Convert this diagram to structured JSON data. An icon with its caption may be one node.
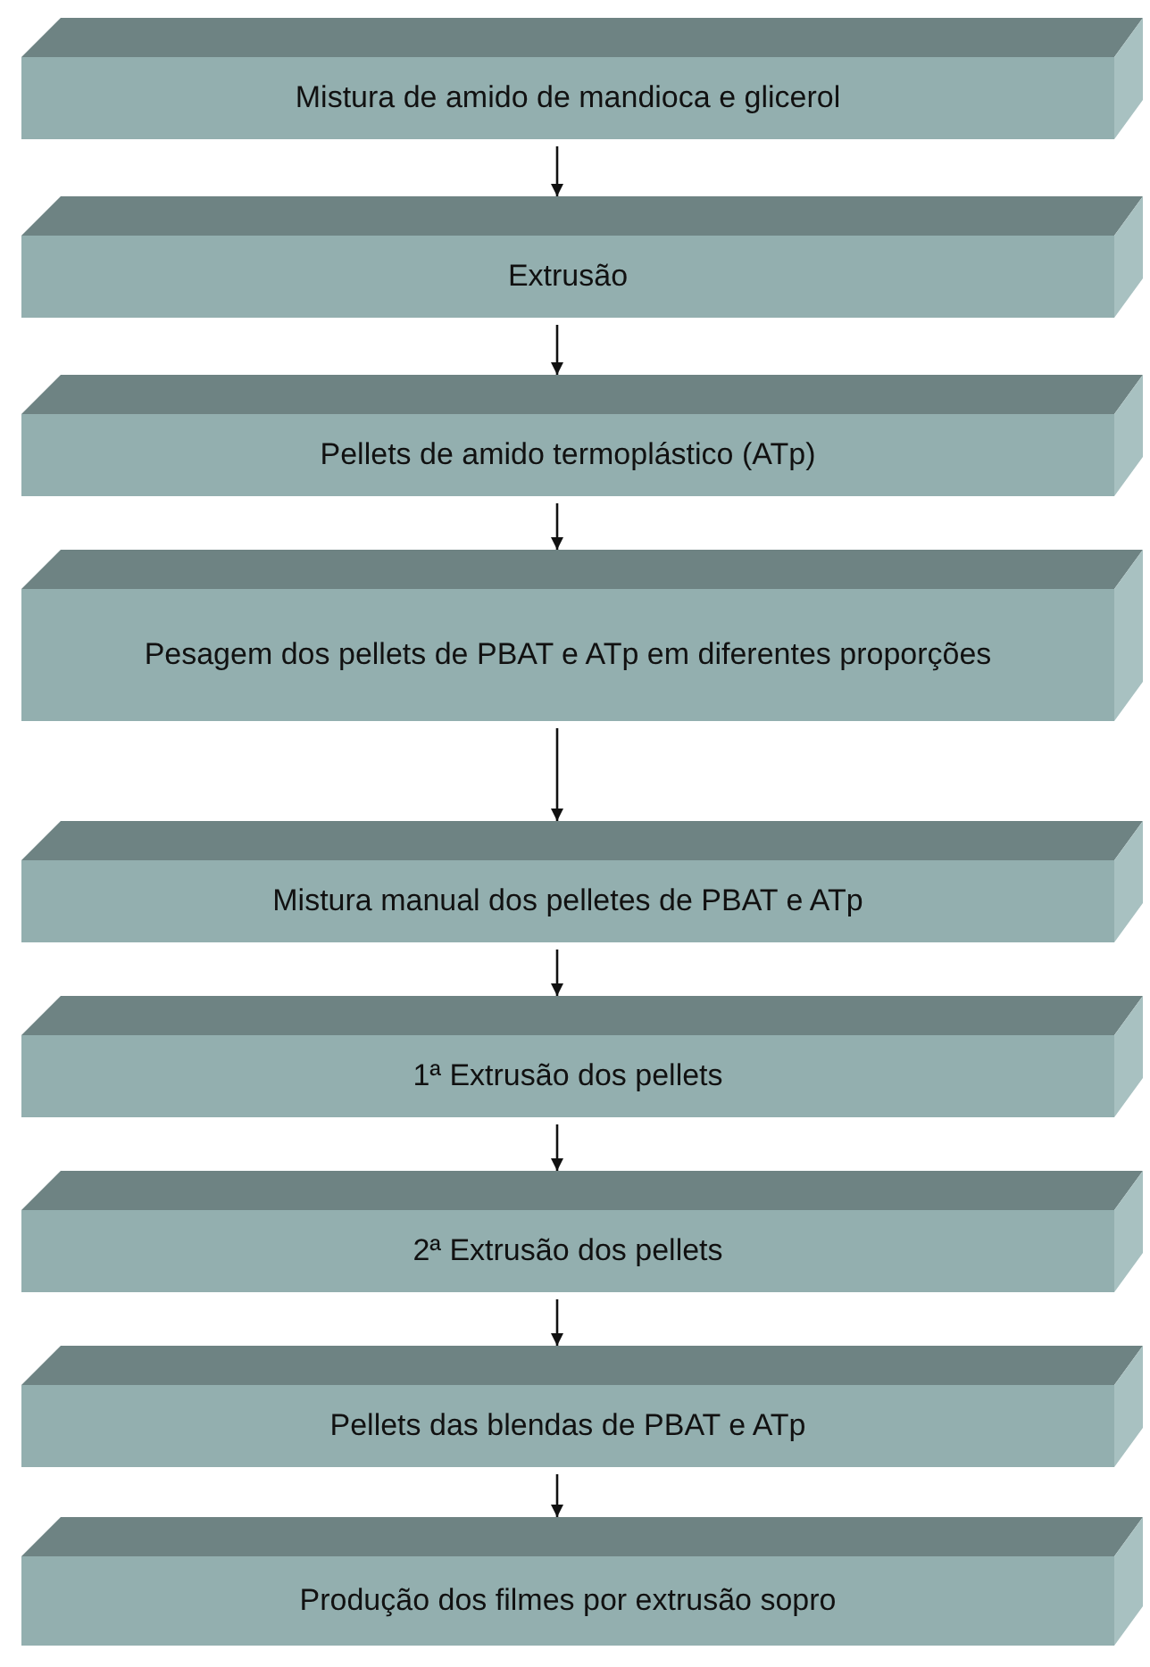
{
  "diagram": {
    "nodes": [
      {
        "text": [
          "Mistura de amido de mandioca e glicerol"
        ]
      },
      {
        "text": [
          "Extrusão"
        ]
      },
      {
        "text": [
          "Pellets de amido termoplástico (ATp)"
        ]
      },
      {
        "text": [
          "Pesagem dos pellets de PBAT e ATp em diferentes proporções"
        ]
      },
      {
        "text": [
          "Mistura manual dos pelletes de PBAT e ATp"
        ]
      },
      {
        "text": [
          "1ª Extrusão dos pellets"
        ]
      },
      {
        "text": [
          "2ª Extrusão dos pellets"
        ]
      },
      {
        "text": [
          "Pellets das blendas de PBAT e ATp"
        ]
      },
      {
        "text": [
          "Produção dos filmes por extrusão sopro"
        ]
      }
    ],
    "edges": [
      {
        "from": 0,
        "to": 1,
        "arrow": "to"
      },
      {
        "from": 1,
        "to": 2,
        "arrow": "to"
      },
      {
        "from": 2,
        "to": 3,
        "arrow": "to"
      },
      {
        "from": 3,
        "to": 4,
        "arrow": "to"
      },
      {
        "from": 4,
        "to": 5,
        "arrow": "to"
      },
      {
        "from": 5,
        "to": 6,
        "arrow": "to"
      },
      {
        "from": 6,
        "to": 7,
        "arrow": "to"
      },
      {
        "from": 7,
        "to": 8,
        "arrow": "to"
      }
    ]
  }
}
